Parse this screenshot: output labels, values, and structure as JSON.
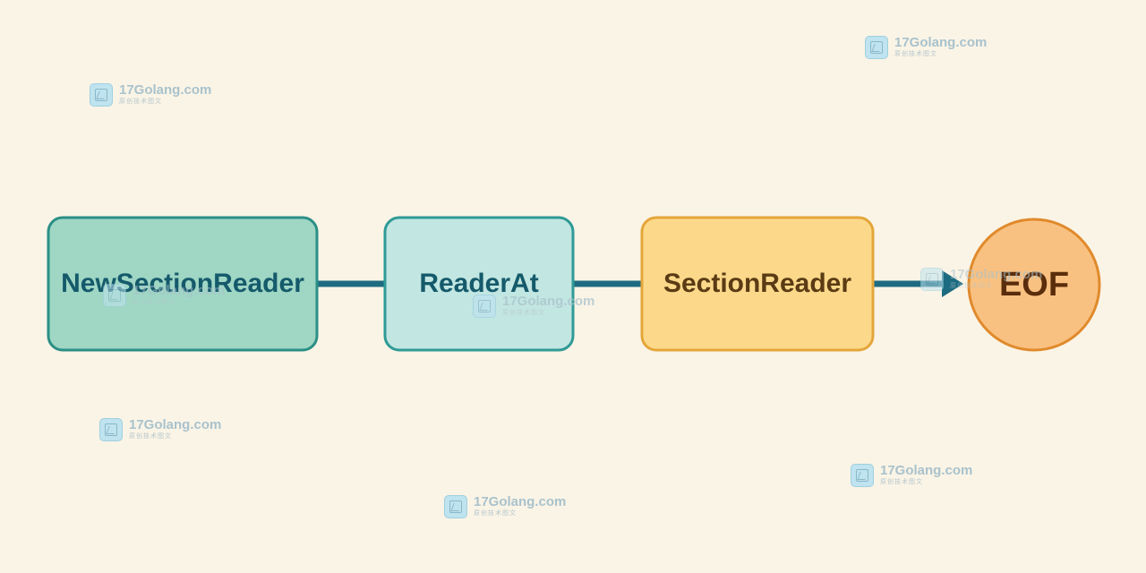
{
  "diagram": {
    "nodes": [
      {
        "id": "newsectionreader",
        "label": "NewSectionReader",
        "fill": "#9fd6c4",
        "stroke": "#2b8f86",
        "text_color": "#155a6b"
      },
      {
        "id": "readerat",
        "label": "ReaderAt",
        "fill": "#c2e6e2",
        "stroke": "#2f9a96",
        "text_color": "#155a6b"
      },
      {
        "id": "sectionreader",
        "label": "SectionReader",
        "fill": "#fcd98a",
        "stroke": "#e4a63a",
        "text_color": "#5a3b14"
      },
      {
        "id": "eof",
        "label": "EOF",
        "fill": "#f9c181",
        "stroke": "#e08a2c",
        "text_color": "#5a2d0c"
      }
    ],
    "edges": [
      {
        "from": "newsectionreader",
        "to": "readerat",
        "arrow": false
      },
      {
        "from": "readerat",
        "to": "sectionreader",
        "arrow": false
      },
      {
        "from": "sectionreader",
        "to": "eof",
        "arrow": true
      }
    ],
    "edge_color": "#1d6b80"
  },
  "watermark": {
    "text": "17Golang.com",
    "subtext": "原创技术图文"
  }
}
